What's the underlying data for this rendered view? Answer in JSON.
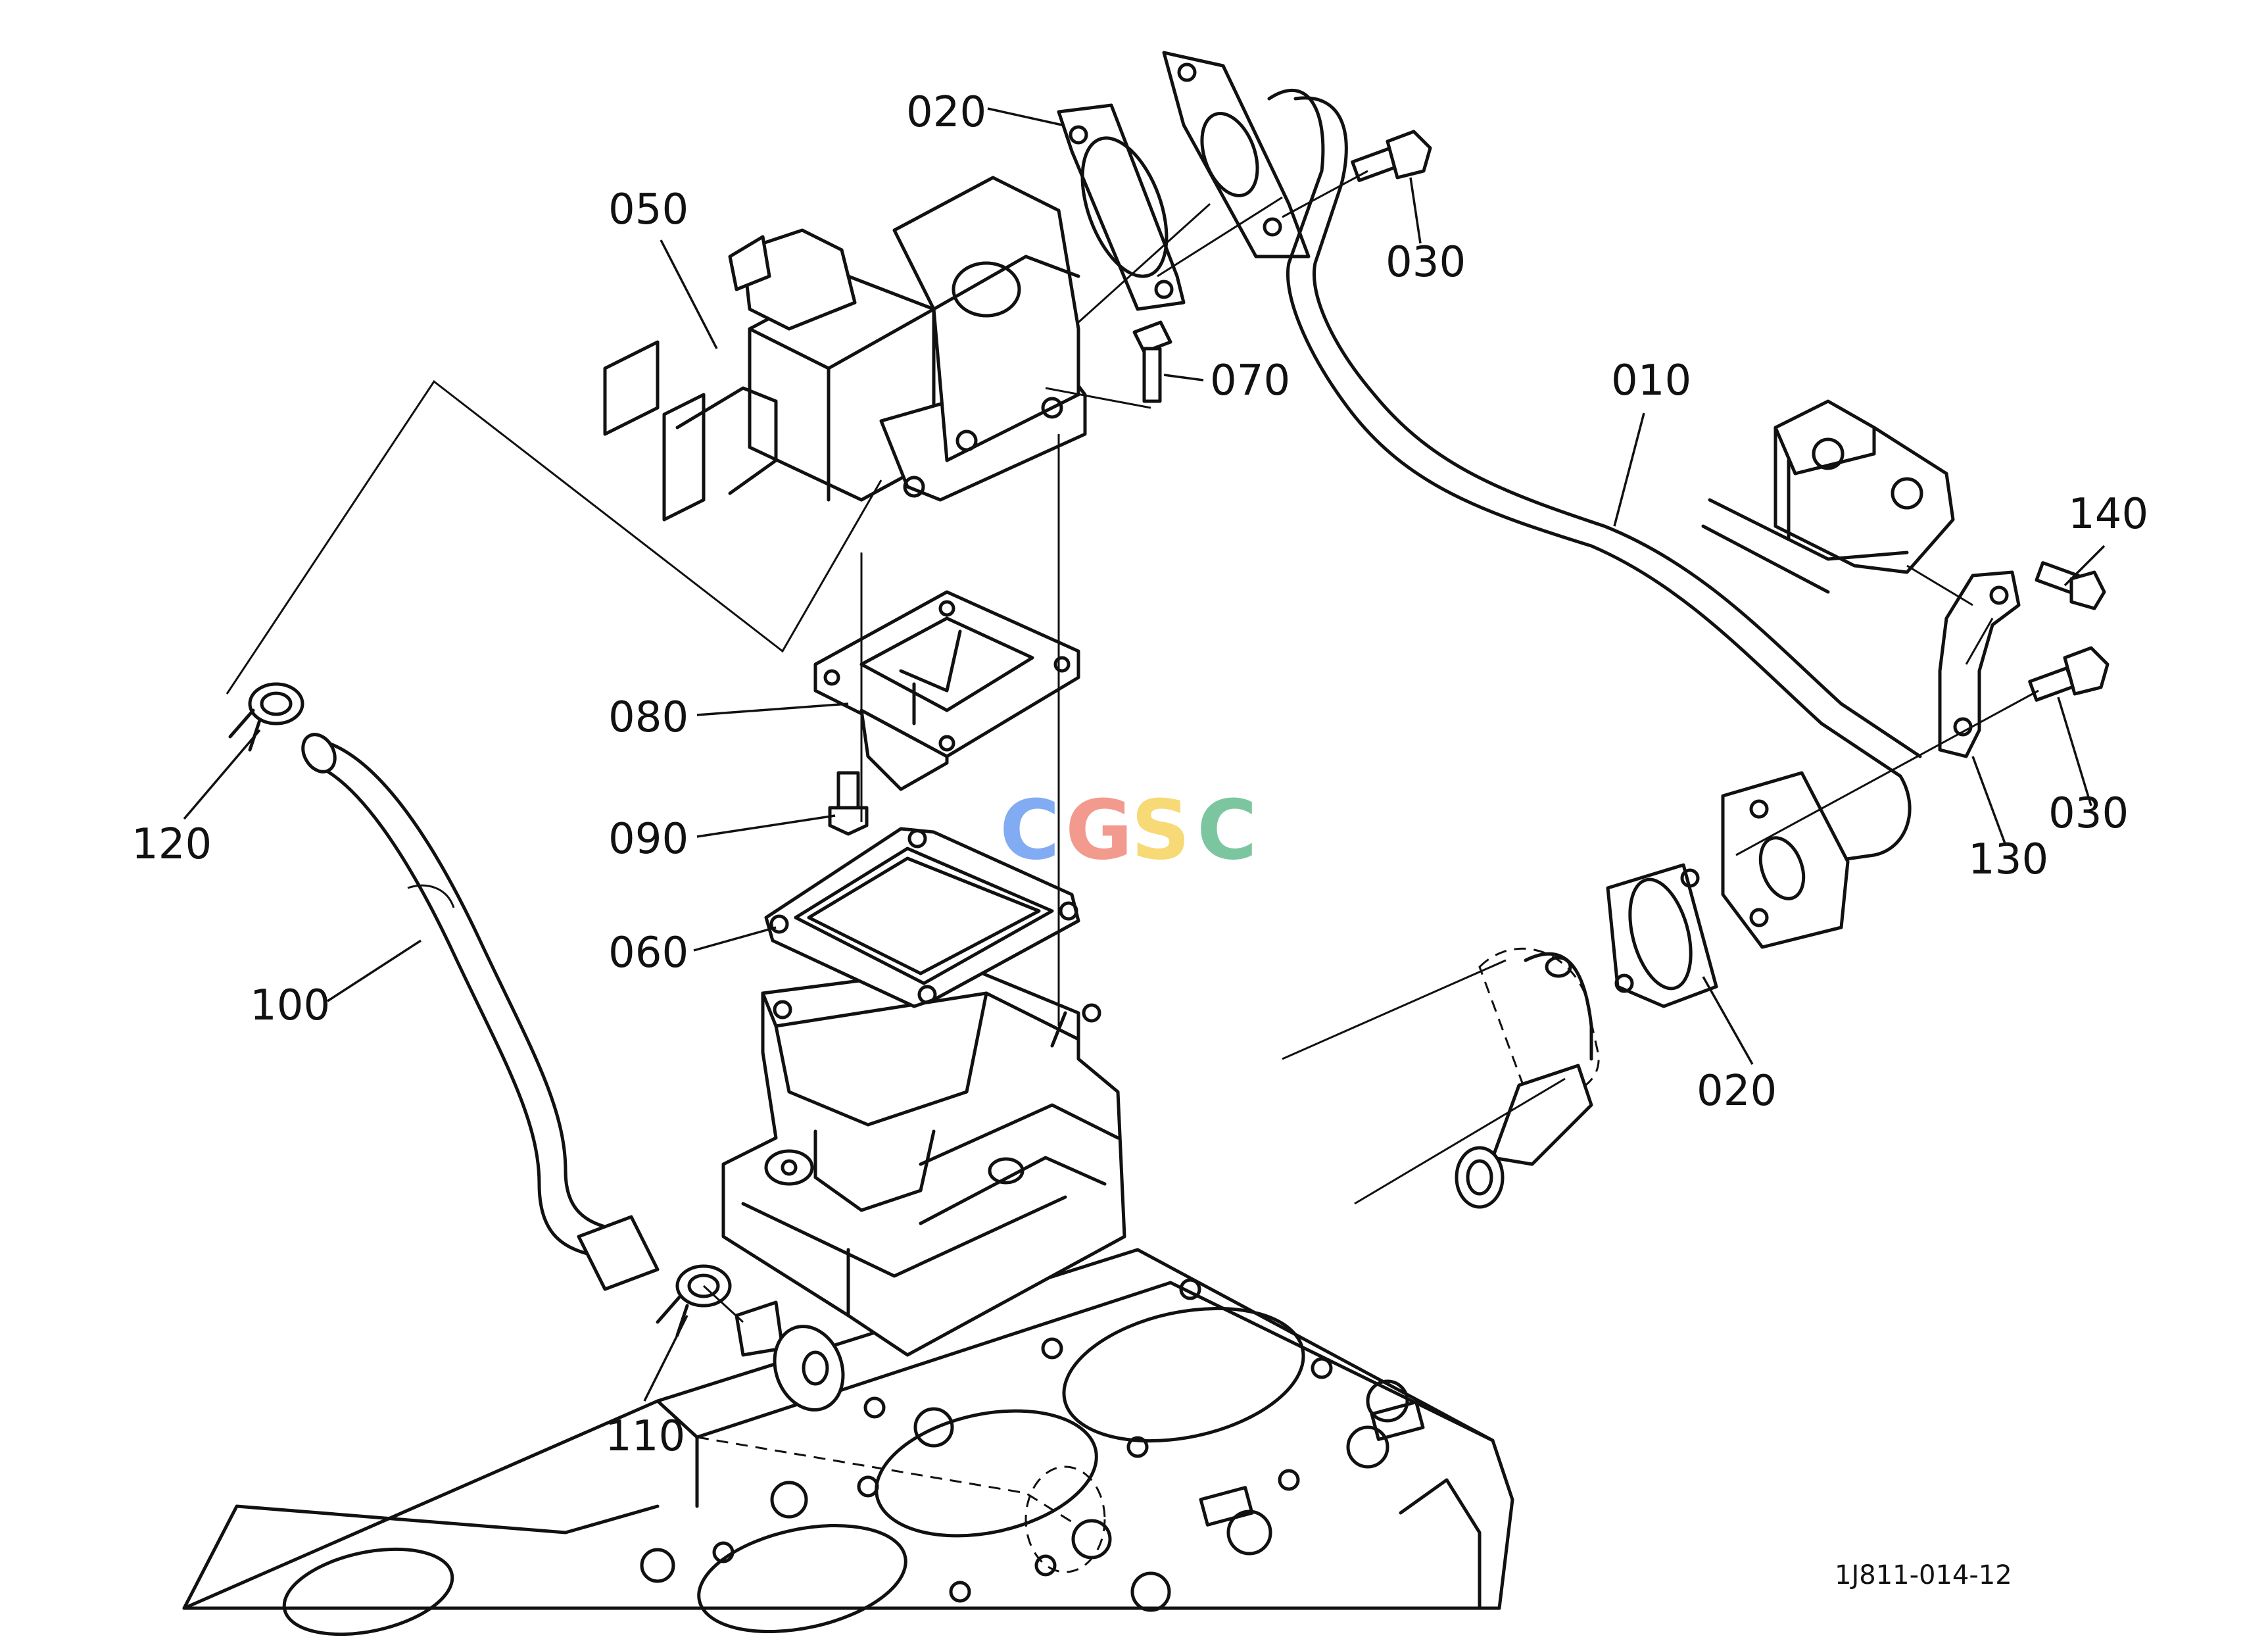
{
  "callouts": {
    "c010": "010",
    "c020_top": "020",
    "c020_bottom": "020",
    "c030_top": "030",
    "c030_right": "030",
    "c050": "050",
    "c060": "060",
    "c070": "070",
    "c080": "080",
    "c090": "090",
    "c100": "100",
    "c110": "110",
    "c120": "120",
    "c130": "130",
    "c140": "140"
  },
  "reference_number": "1J811-014-12",
  "watermark": {
    "letters": [
      "C",
      "G",
      "S",
      "C"
    ],
    "colors": [
      "#6c9df2",
      "#f0897a",
      "#f6d35d",
      "#66bd8f"
    ]
  }
}
